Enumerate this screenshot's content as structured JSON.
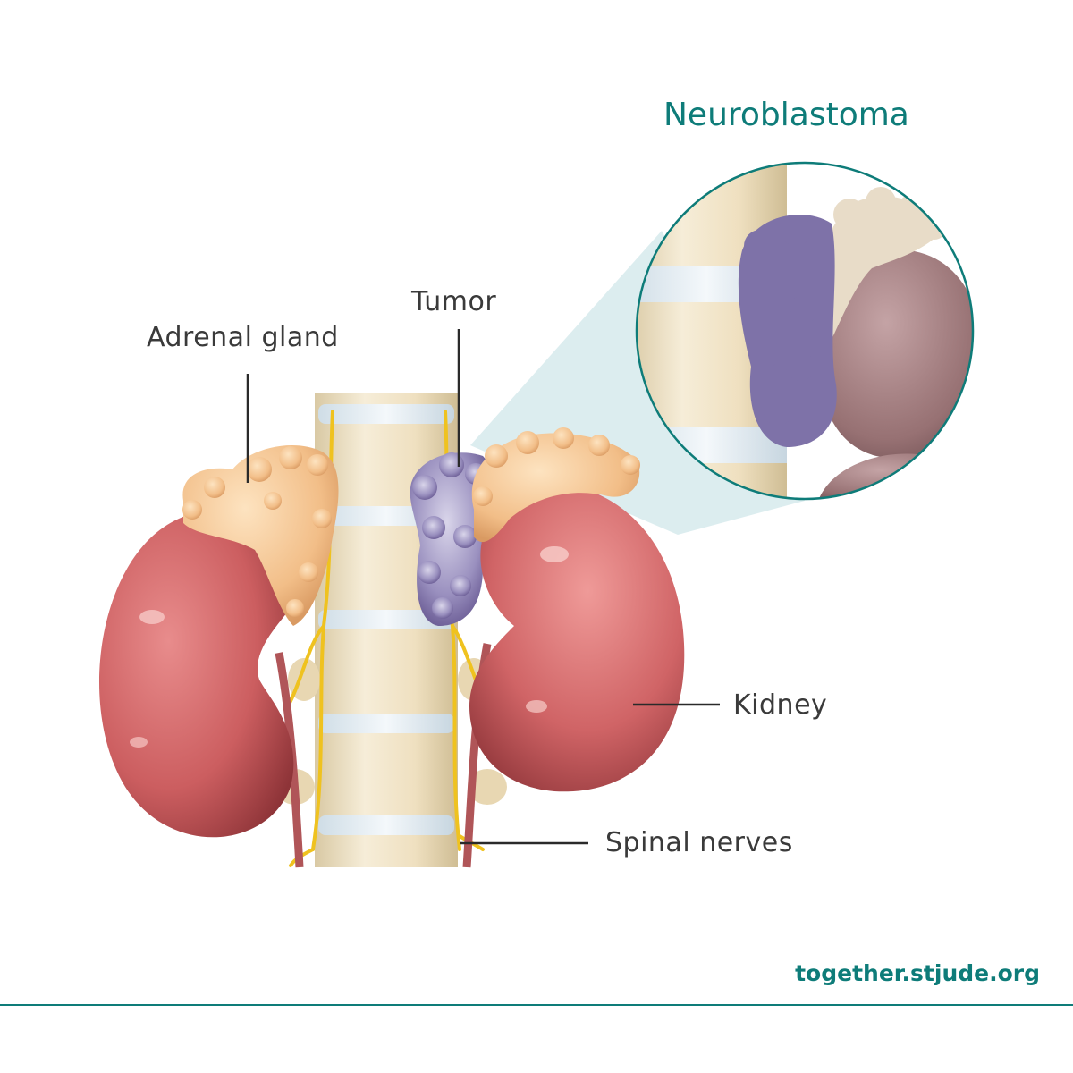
{
  "title": "Neuroblastoma",
  "labels": {
    "adrenal_gland": "Adrenal gland",
    "tumor": "Tumor",
    "kidney": "Kidney",
    "spinal_nerves": "Spinal nerves"
  },
  "footer": {
    "url": "together.stjude.org"
  },
  "colors": {
    "accent": "#0e7c79",
    "kidney": "#c9595b",
    "adrenal": "#f1c08e",
    "tumor": "#9b8db8",
    "spine": "#efe2c4",
    "nerve": "#efc21f",
    "callout_bg": "#d6eaec"
  }
}
